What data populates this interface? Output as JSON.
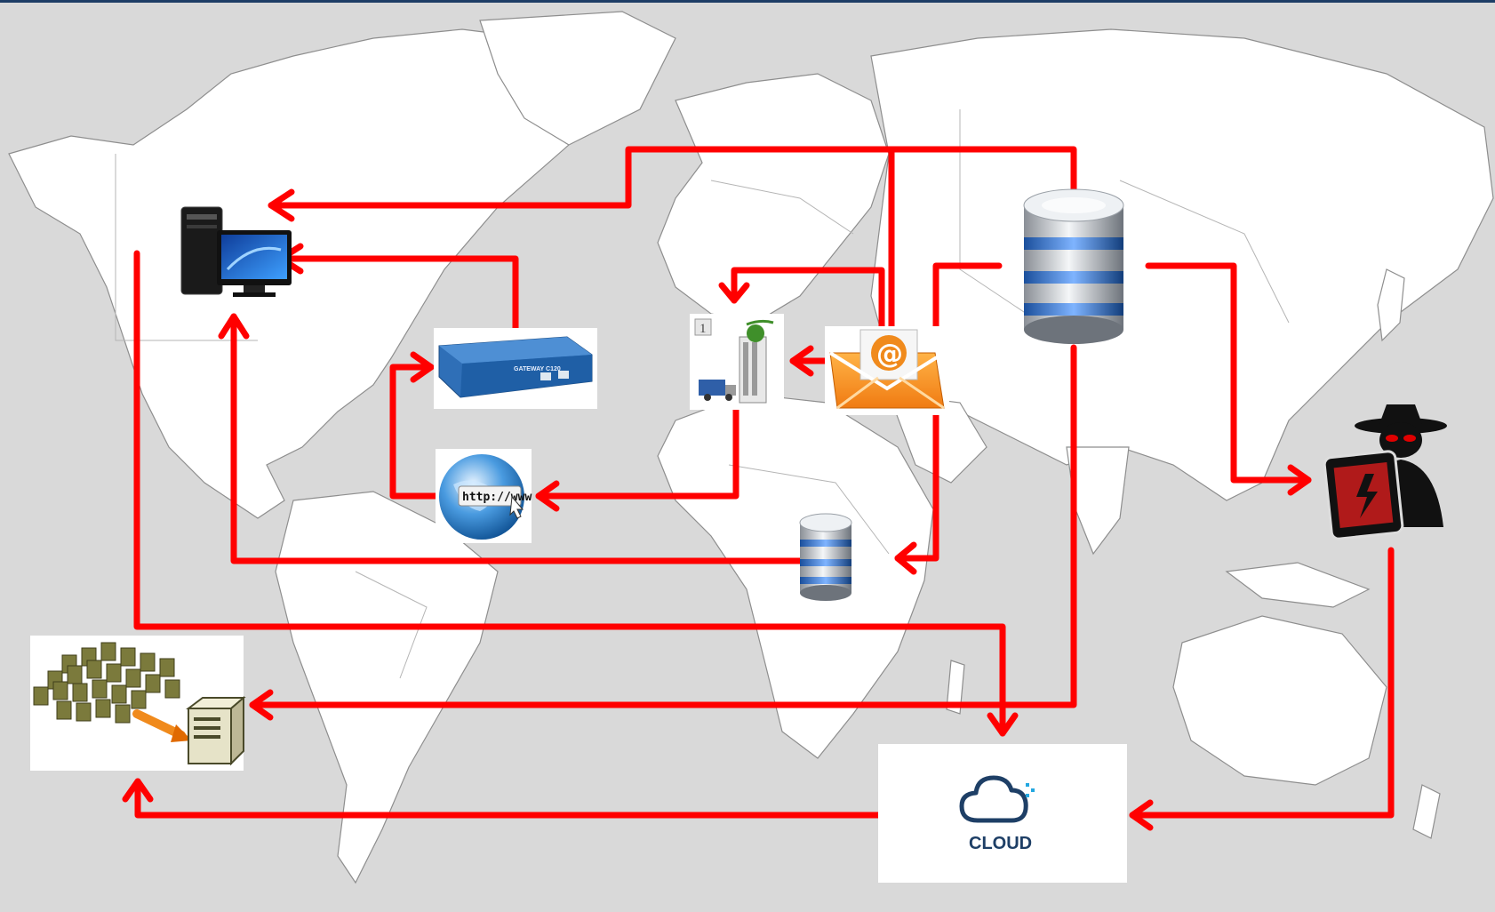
{
  "diagram": {
    "background": "world-map",
    "connector_color": "#ff0000",
    "nodes": [
      {
        "id": "workstation",
        "icon": "desktop-computer-icon"
      },
      {
        "id": "gateway",
        "icon": "gateway-device-icon",
        "label": "GATEWAY C120"
      },
      {
        "id": "web",
        "icon": "globe-http-icon",
        "label": "http://www"
      },
      {
        "id": "office",
        "icon": "office-building-icon",
        "label": "1"
      },
      {
        "id": "email",
        "icon": "email-envelope-icon",
        "label": "@"
      },
      {
        "id": "main-database",
        "icon": "database-icon"
      },
      {
        "id": "small-database",
        "icon": "database-icon"
      },
      {
        "id": "hacker",
        "icon": "hacker-alert-icon"
      },
      {
        "id": "server-farm",
        "icon": "server-farm-icon"
      },
      {
        "id": "cloud",
        "icon": "cloud-icon",
        "label": "CLOUD"
      }
    ]
  }
}
